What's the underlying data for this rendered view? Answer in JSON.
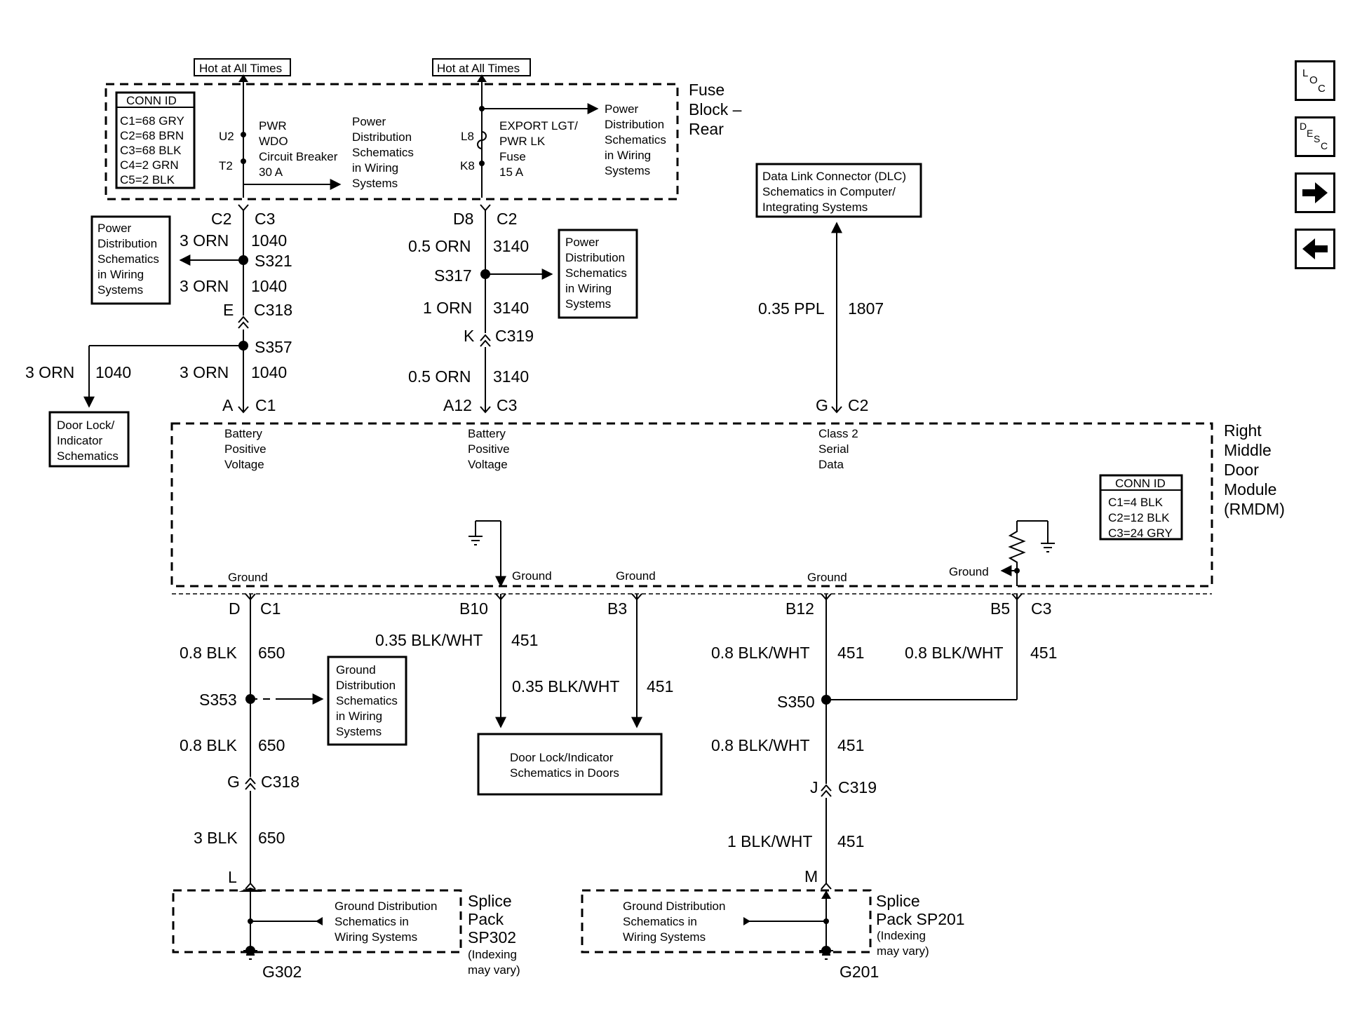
{
  "hot": {
    "a": "Hot at All Times",
    "b": "Hot at All Times"
  },
  "fuse_block": {
    "title1": "Fuse",
    "title2": "Block –",
    "title3": "Rear"
  },
  "conn_id_top": {
    "title": "CONN ID",
    "c1": "C1=68 GRY",
    "c2": "C2=68 BRN",
    "c3": "C3=68 BLK",
    "c4": "C4=2 GRN",
    "c5": "C5=2 BLK"
  },
  "breaker": {
    "u2": "U2",
    "t2": "T2",
    "l1": "PWR",
    "l2": "WDO",
    "l3": "Circuit Breaker",
    "l4": "30 A"
  },
  "pd_top1": {
    "l1": "Power",
    "l2": "Distribution",
    "l3": "Schematics",
    "l4": "in Wiring",
    "l5": "Systems"
  },
  "fuse": {
    "l8": "L8",
    "k8": "K8",
    "l1": "EXPORT LGT/",
    "l2": "PWR LK",
    "l3": "Fuse",
    "l4": "15 A"
  },
  "pd_top2": {
    "l1": "Power",
    "l2": "Distribution",
    "l3": "Schematics",
    "l4": "in Wiring",
    "l5": "Systems"
  },
  "pd_left": {
    "l1": "Power",
    "l2": "Distribution",
    "l3": "Schematics",
    "l4": "in Wiring",
    "l5": "Systems"
  },
  "pd_mid": {
    "l1": "Power",
    "l2": "Distribution",
    "l3": "Schematics",
    "l4": "in Wiring",
    "l5": "Systems"
  },
  "dlc": {
    "l1": "Data Link Connector (DLC)",
    "l2": "Schematics in Computer/",
    "l3": "Integrating Systems"
  },
  "doorlock_left": {
    "l1": "Door Lock/",
    "l2": "Indicator",
    "l3": "Schematics"
  },
  "left_circuit": {
    "c2": "C2",
    "c3": "C3",
    "w1": "3 ORN",
    "n1": "1040",
    "s321": "S321",
    "w2": "3 ORN",
    "n2": "1040",
    "e": "E",
    "c318": "C318",
    "s357": "S357",
    "w3a": "3 ORN",
    "n3a": "1040",
    "w3b": "3 ORN",
    "n3b": "1040",
    "a": "A",
    "c1": "C1"
  },
  "mid_circuit": {
    "d8": "D8",
    "c2": "C2",
    "w1": "0.5 ORN",
    "n1": "3140",
    "s317": "S317",
    "w2": "1 ORN",
    "n2": "3140",
    "k": "K",
    "c319": "C319",
    "w3": "0.5 ORN",
    "n3": "3140",
    "a12": "A12",
    "c3": "C3"
  },
  "right_circuit": {
    "w1": "0.35 PPL",
    "n1": "1807",
    "g": "G",
    "c2": "C2"
  },
  "module": {
    "name1": "Right",
    "name2": "Middle",
    "name3": "Door",
    "name4": "Module",
    "name5": "(RMDM)",
    "bpv1": {
      "l1": "Battery",
      "l2": "Positive",
      "l3": "Voltage"
    },
    "bpv2": {
      "l1": "Battery",
      "l2": "Positive",
      "l3": "Voltage"
    },
    "class2": {
      "l1": "Class 2",
      "l2": "Serial",
      "l3": "Data"
    },
    "ground1": "Ground",
    "ground2": "Ground",
    "ground3": "Ground",
    "ground4": "Ground",
    "ground5": "Ground"
  },
  "conn_id_module": {
    "title": "CONN ID",
    "c1": "C1=4 BLK",
    "c2": "C2=12 BLK",
    "c3": "C3=24 GRY"
  },
  "lower_left": {
    "d": "D",
    "c1": "C1",
    "w1": "0.8 BLK",
    "n1": "650",
    "s353": "S353",
    "w2": "0.8 BLK",
    "n2": "650",
    "g": "G",
    "c318": "C318",
    "w3": "3 BLK",
    "n3": "650",
    "l": "L",
    "g302": "G302"
  },
  "gd_left": {
    "l1": "Ground",
    "l2": "Distribution",
    "l3": "Schematics",
    "l4": "in Wiring",
    "l5": "Systems"
  },
  "lower_mid": {
    "b10": "B10",
    "w1": "0.35 BLK/WHT",
    "n1": "451",
    "b3": "B3",
    "w2": "0.35 BLK/WHT",
    "n2": "451"
  },
  "doorlock_mid": {
    "l1": "Door Lock/Indicator",
    "l2": "Schematics in Doors"
  },
  "lower_right": {
    "b12": "B12",
    "b5": "B5",
    "c3": "C3",
    "w1": "0.8 BLK/WHT",
    "n1": "451",
    "w1b": "0.8 BLK/WHT",
    "n1b": "451",
    "s350": "S350",
    "w2": "0.8 BLK/WHT",
    "n2": "451",
    "j": "J",
    "c319": "C319",
    "w3": "1 BLK/WHT",
    "n3": "451",
    "m": "M",
    "g201": "G201"
  },
  "sp302": {
    "gd1": "Ground Distribution",
    "gd2": "Schematics in",
    "gd3": "Wiring Systems",
    "t1": "Splice",
    "t2": "Pack",
    "t3": "SP302",
    "t4": "(Indexing",
    "t5": "may vary)"
  },
  "sp201": {
    "gd1": "Ground Distribution",
    "gd2": "Schematics in",
    "gd3": "Wiring Systems",
    "t1": "Splice",
    "t2": "Pack SP201",
    "t3": "(Indexing",
    "t4": "may vary)"
  },
  "nav": {
    "loc": {
      "l": "L",
      "o": "O",
      "c": "C"
    },
    "desc": {
      "d": "D",
      "e": "E",
      "s": "S",
      "c": "C"
    },
    "next_icon": "arrow-right-icon",
    "prev_icon": "arrow-left-icon"
  }
}
